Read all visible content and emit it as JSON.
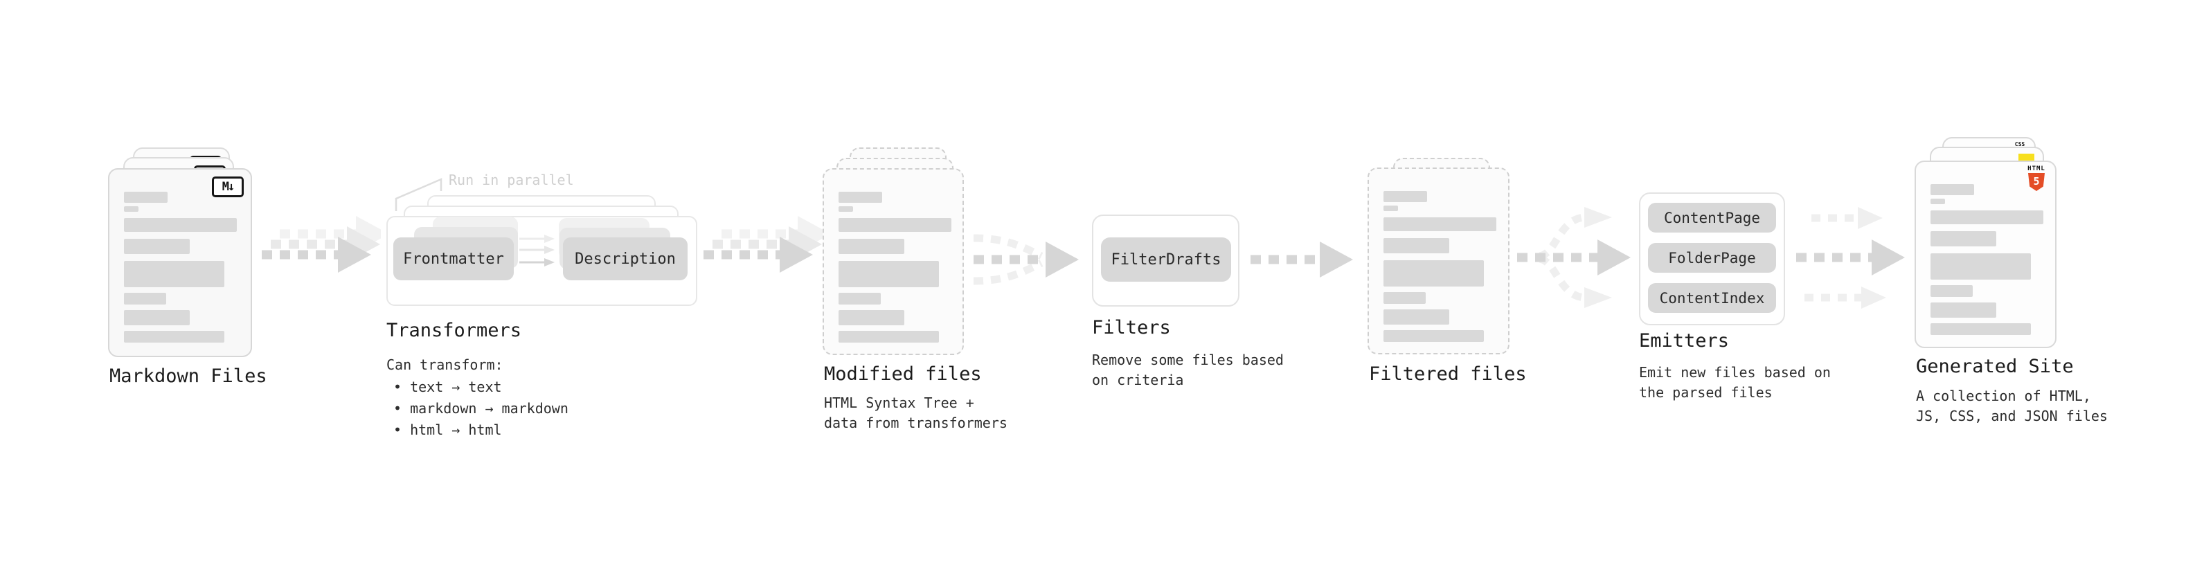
{
  "markdown": {
    "title": "Markdown Files",
    "icon_label": "M↓"
  },
  "transformers": {
    "annotation": "Run in parallel",
    "node1": "Frontmatter",
    "node2": "Description",
    "title": "Transformers",
    "lead": "Can transform:",
    "bullets": [
      "• text → text",
      "• markdown → markdown",
      "• html → html"
    ]
  },
  "modified": {
    "title": "Modified files",
    "subtitle": "HTML Syntax Tree +\ndata from transformers"
  },
  "filters": {
    "node": "FilterDrafts",
    "title": "Filters",
    "subtitle": "Remove some files based\non criteria"
  },
  "filtered": {
    "title": "Filtered files"
  },
  "emitters": {
    "nodes": [
      "ContentPage",
      "FolderPage",
      "ContentIndex"
    ],
    "title": "Emitters",
    "subtitle": "Emit new files based on\nthe parsed files"
  },
  "generated": {
    "title": "Generated Site",
    "subtitle": "A collection of HTML,\nJS, CSS, and JSON files",
    "css_badge": "CSS",
    "html_badge_word": "HTML",
    "html_badge_number": "5"
  },
  "colors": {
    "html5_orange": "#e44d26",
    "js_yellow": "#f7df1e",
    "css_blue": "#2965f1",
    "node_gray": "#d8d8d8",
    "bar_gray": "#d9d9d9",
    "arrow_gray": "#d6d6d6",
    "annotation_gray": "#cfcfcf"
  }
}
